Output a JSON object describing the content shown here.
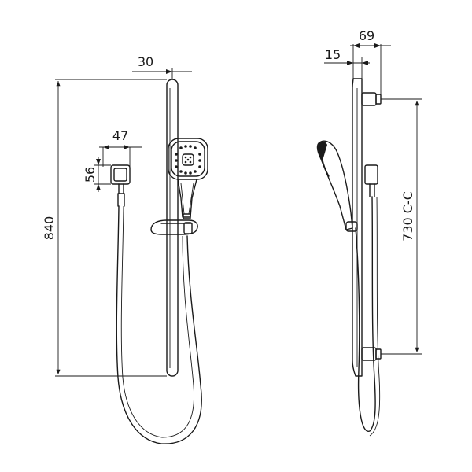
{
  "drawing": {
    "front_view": {
      "dim_top_offset": "30",
      "dim_outlet_width": "47",
      "dim_outlet_height": "56",
      "dim_overall_height": "840"
    },
    "side_view": {
      "dim_projection_total": "69",
      "dim_projection_rail": "15",
      "dim_centres": "730 C-C"
    }
  }
}
